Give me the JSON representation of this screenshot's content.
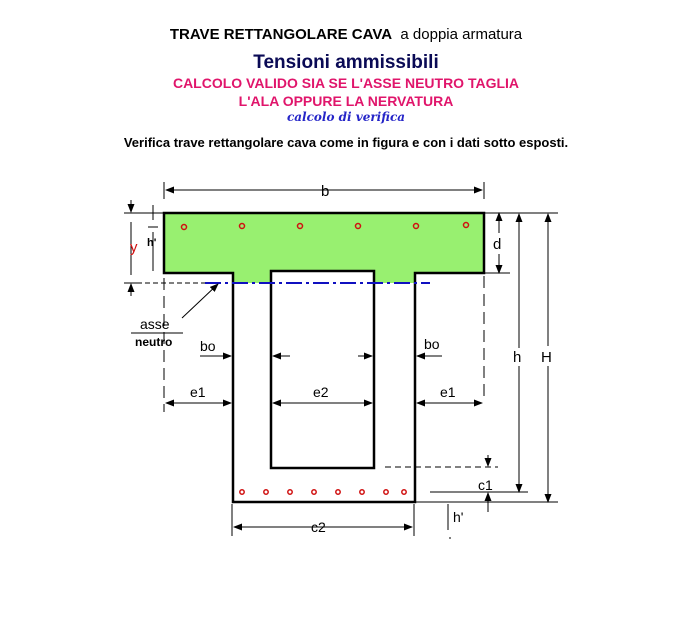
{
  "header": {
    "title_main": "TRAVE RETTANGOLARE CAVA",
    "title_secondary": "a doppia armatura",
    "subtitle": "Tensioni ammissibili",
    "validity_line1": "CALCOLO VALIDO SIA SE L'ASSE NEUTRO TAGLIA",
    "validity_line2": "L'ALA  OPPURE LA NERVATURA",
    "calc_note": "calcolo di verifica",
    "instruction": "Verifica  trave  rettangolare cava  come in figura e con i dati sotto esposti."
  },
  "diagram": {
    "labels": {
      "b": "b",
      "y": "y",
      "h_prime_top": "h'",
      "d": "d",
      "h": "h",
      "H": "H",
      "asse": "asse",
      "neutro": "neutro",
      "bo_left": "bo",
      "bo_right": "bo",
      "e1_left": "e1",
      "e2": "e2",
      "e1_right": "e1",
      "c1": "c1",
      "h_prime_bottom": "h'",
      "c2": "c2"
    },
    "colors": {
      "flange_fill": "#98f070",
      "rebar": "#d01010",
      "neutral_axis": "#1010c0",
      "y_label": "#d01010",
      "outline": "#000000"
    }
  }
}
